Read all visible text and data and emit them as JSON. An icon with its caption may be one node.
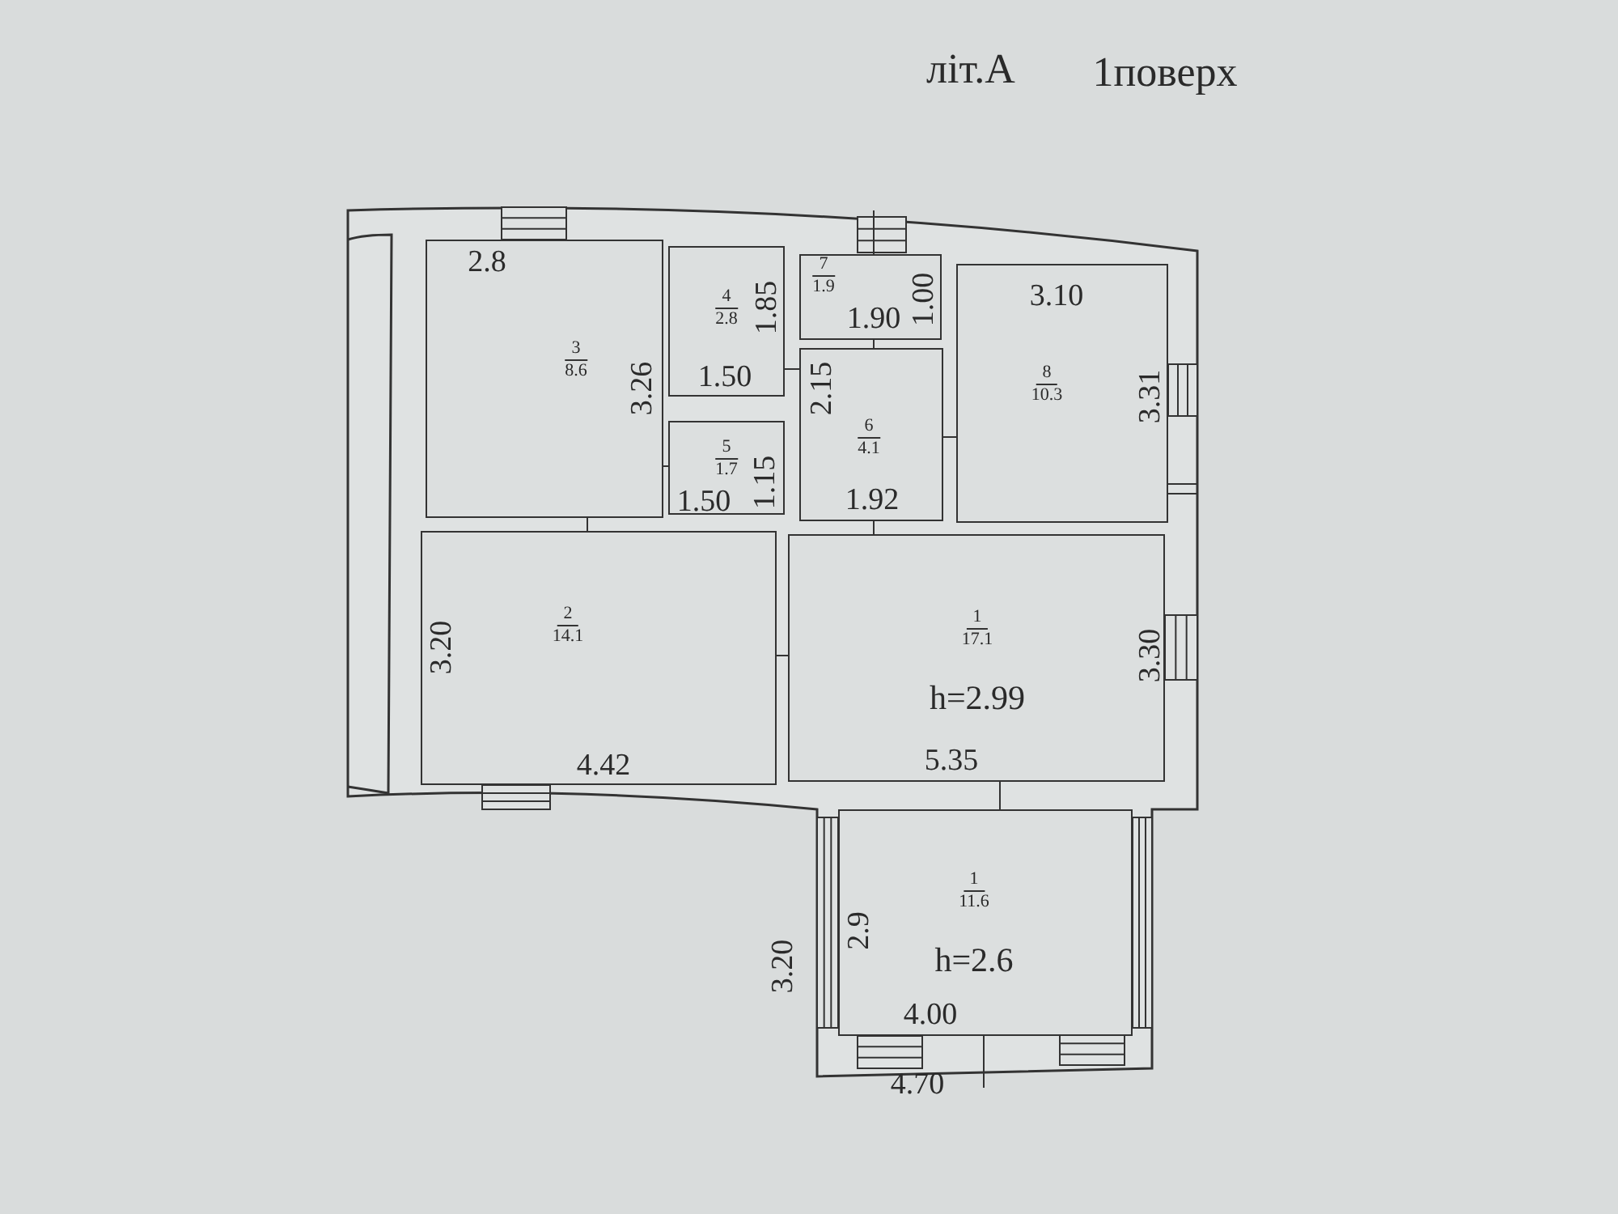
{
  "diagram": {
    "nodes": [
      {
        "text": [
          "3",
          "8.6"
        ]
      },
      {
        "text": [
          "4",
          "2.8"
        ]
      },
      {
        "text": [
          "7",
          "1.9"
        ]
      },
      {
        "text": [
          "8",
          "10.3"
        ]
      },
      {
        "text": [
          "5",
          "1.7"
        ]
      },
      {
        "text": [
          "6",
          "4.1"
        ]
      },
      {
        "text": [
          "2",
          "14.1"
        ]
      },
      {
        "text": [
          "1",
          "17.1",
          "h=2.99"
        ]
      },
      {
        "text": [
          "1",
          "11.6",
          "h=2.6"
        ]
      }
    ],
    "edges": [
      {
        "from": 2,
        "to": 5,
        "arrow": "none"
      },
      {
        "from": 1,
        "to": 5,
        "arrow": "none"
      },
      {
        "from": 5,
        "to": 3,
        "arrow": "none"
      },
      {
        "from": 0,
        "to": 4,
        "arrow": "none"
      },
      {
        "from": 0,
        "to": 6,
        "arrow": "none"
      },
      {
        "from": 5,
        "to": 7,
        "arrow": "none"
      },
      {
        "from": 6,
        "to": 7,
        "arrow": "none"
      },
      {
        "from": 7,
        "to": 8,
        "arrow": "none"
      },
      {
        "from": 8,
        "to": null,
        "arrow": "none"
      }
    ],
    "labels": [
      "літ.А",
      "1поверх",
      "2.8",
      "1.85",
      "1.00",
      "1.90",
      "3.10",
      "3.26",
      "1.50",
      "2.15",
      "3.31",
      "1.50",
      "1.15",
      "1.92",
      "3.20",
      "3.30",
      "4.42",
      "5.35",
      "3.20",
      "2.9",
      "4.00",
      "4.70"
    ]
  }
}
